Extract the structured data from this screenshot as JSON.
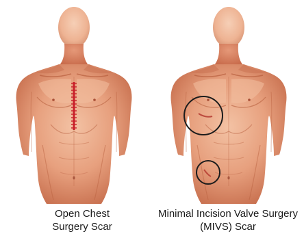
{
  "figures": [
    {
      "caption_line1": "Open Chest",
      "caption_line2": "Surgery Scar"
    },
    {
      "caption_line1": "Minimal Incision Valve Surgery",
      "caption_line2": "(MIVS) Scar"
    }
  ],
  "colors": {
    "skin_light": "#f0b696",
    "skin_mid": "#e09070",
    "skin_dark": "#c96c4c",
    "scar": "#c8202a",
    "circle": "#1c1c1c",
    "caption_text": "#1a1a1a"
  }
}
